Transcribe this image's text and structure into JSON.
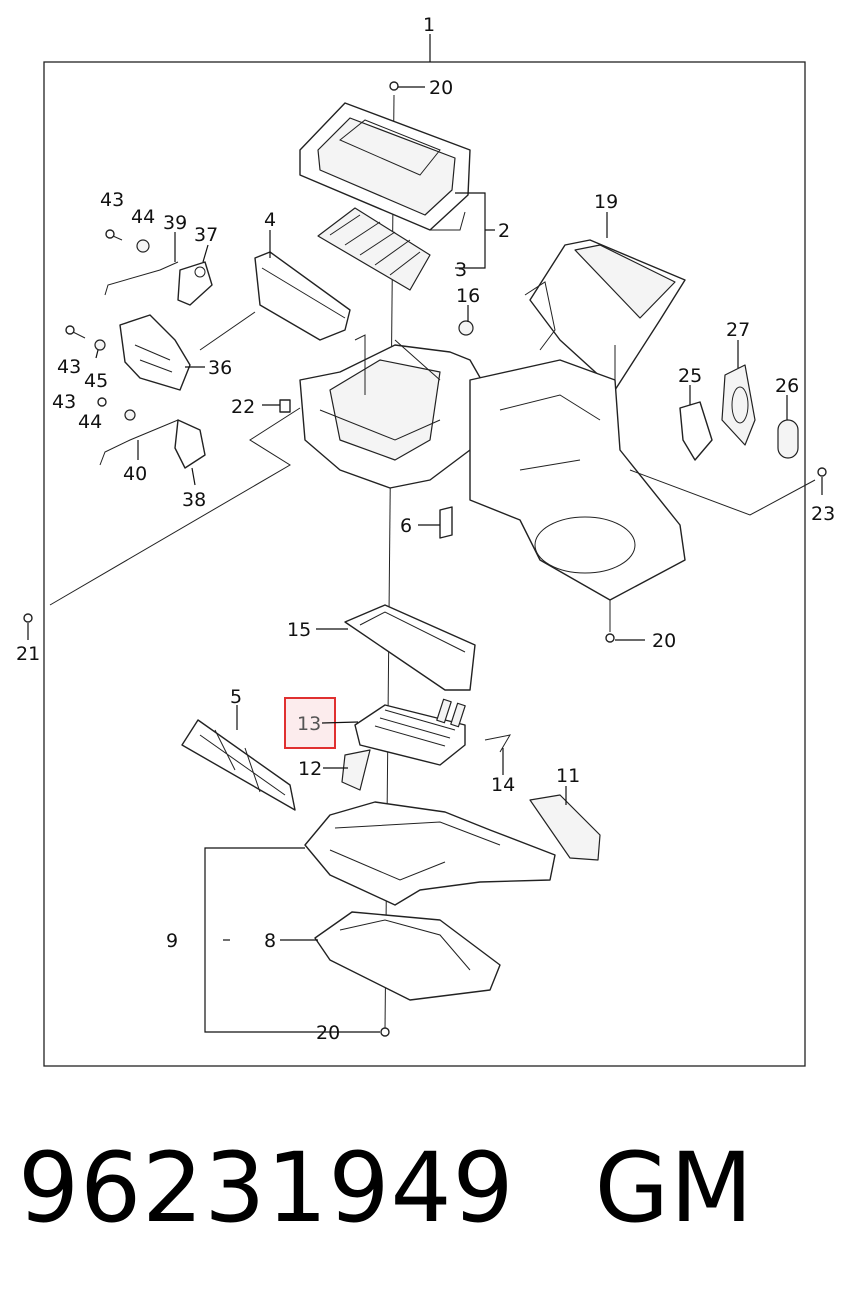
{
  "callouts": {
    "c1": "1",
    "c2": "2",
    "c3": "3",
    "c4": "4",
    "c5": "5",
    "c6": "6",
    "c8": "8",
    "c9": "9",
    "c11": "11",
    "c12": "12",
    "c13": "13",
    "c14": "14",
    "c15": "15",
    "c16": "16",
    "c19": "19",
    "c20a": "20",
    "c20b": "20",
    "c20c": "20",
    "c21": "21",
    "c22": "22",
    "c23": "23",
    "c25": "25",
    "c26": "26",
    "c27": "27",
    "c36": "36",
    "c37": "37",
    "c38": "38",
    "c39": "39",
    "c40": "40",
    "c43a": "43",
    "c43b": "43",
    "c43c": "43",
    "c44a": "44",
    "c44b": "44",
    "c45": "45"
  },
  "highlight": {
    "part": "13",
    "color": "#e03030",
    "fill": "#fbe9ea"
  },
  "footer": {
    "part_number": "96231949",
    "brand": "GM"
  }
}
